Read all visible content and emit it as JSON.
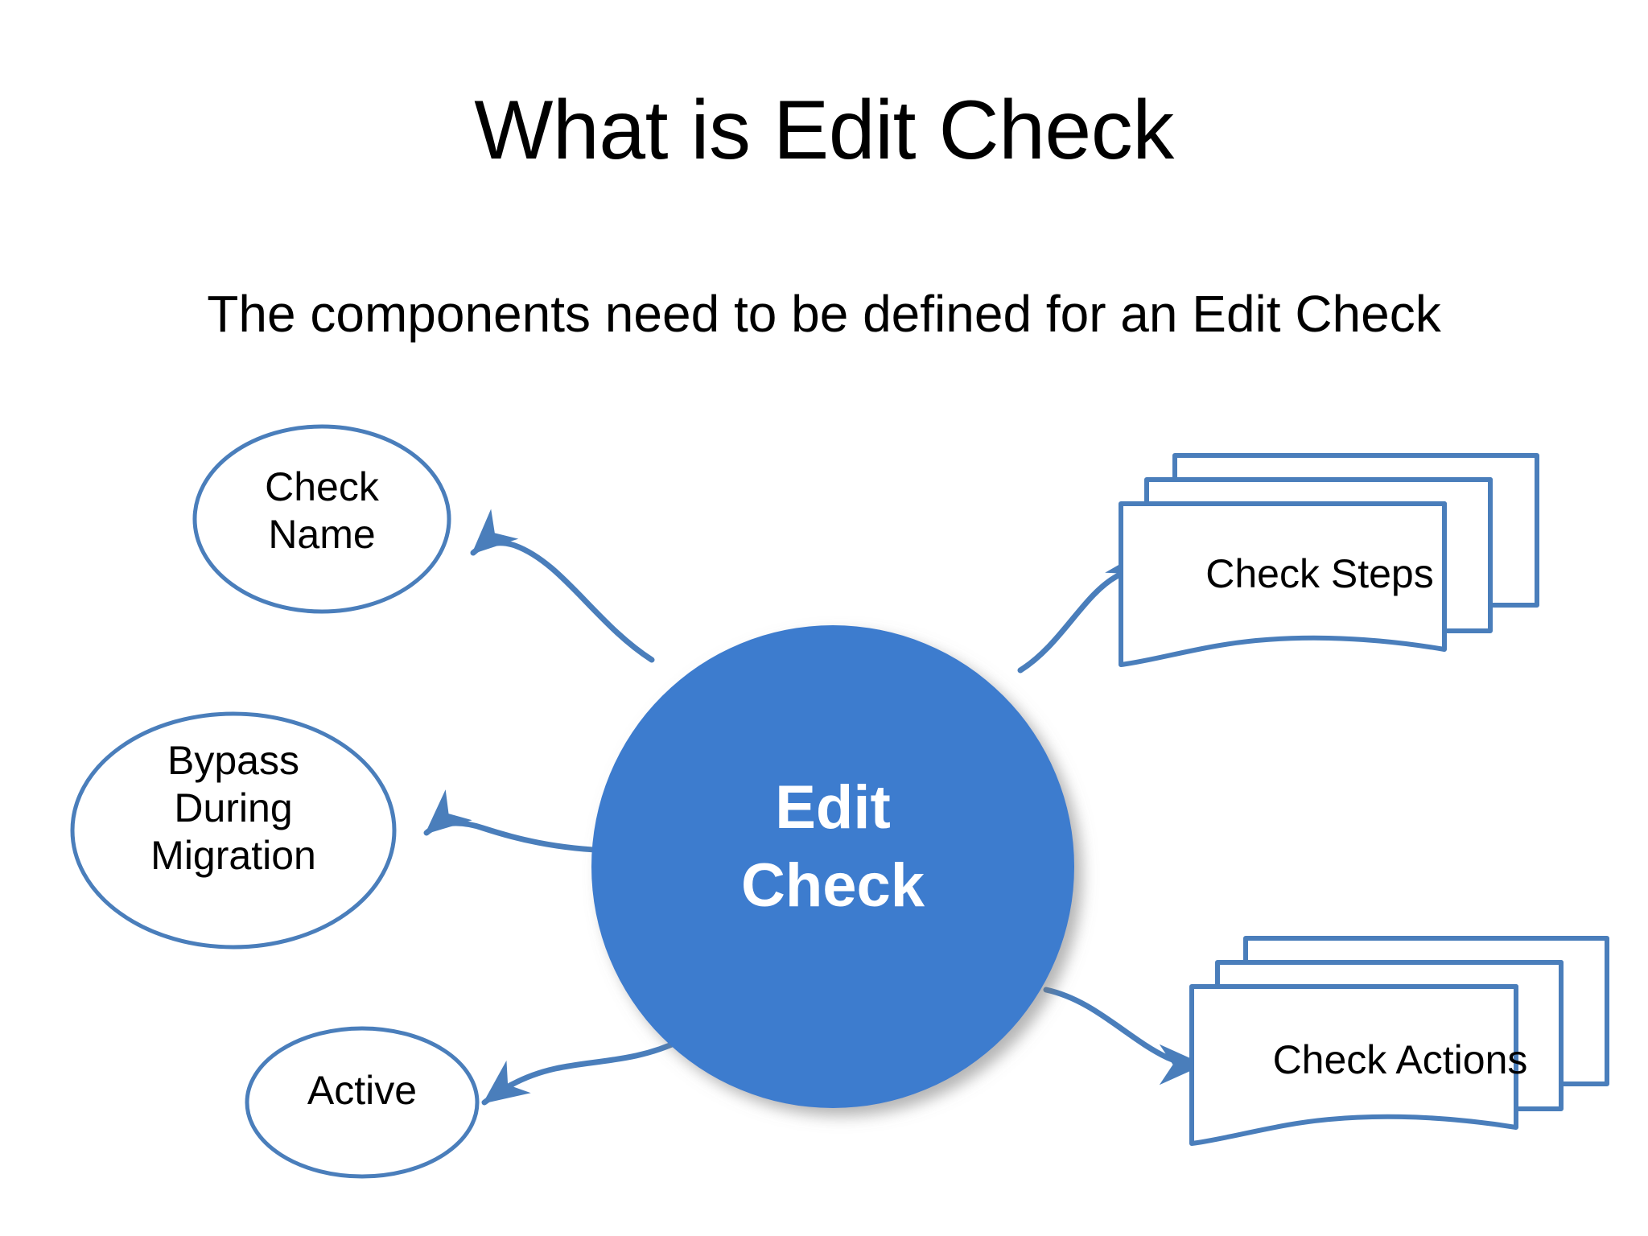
{
  "slide": {
    "title": "What is Edit Check",
    "subtitle": "The components need to be defined for an Edit Check",
    "background_color": "#ffffff"
  },
  "colors": {
    "accent_blue": "#3C7BCE",
    "outline_blue": "#4A7EBB",
    "connector_blue": "#4A7EBB",
    "text_black": "#000000",
    "center_text": "#ffffff"
  },
  "diagram": {
    "type": "hub-and-spoke",
    "center": {
      "name": "edit-check-hub",
      "shape": "circle",
      "fill": "#3C7BCE",
      "line1": "Edit",
      "line2": "Check"
    },
    "nodes": [
      {
        "id": "check-name",
        "shape": "ellipse",
        "side": "left",
        "lines": [
          "Check",
          "Name"
        ]
      },
      {
        "id": "bypass-during-migration",
        "shape": "ellipse",
        "side": "left",
        "lines": [
          "Bypass",
          "During",
          "Migration"
        ]
      },
      {
        "id": "active",
        "shape": "ellipse",
        "side": "left",
        "lines": [
          "Active"
        ]
      },
      {
        "id": "check-steps",
        "shape": "multidocument",
        "side": "right",
        "lines": [
          "Check Steps"
        ]
      },
      {
        "id": "check-actions",
        "shape": "multidocument",
        "side": "right",
        "lines": [
          "Check Actions"
        ]
      }
    ],
    "connectors": [
      {
        "from": "edit-check-hub",
        "to": "check-name",
        "style": "curved-arrow"
      },
      {
        "from": "edit-check-hub",
        "to": "bypass-during-migration",
        "style": "curved-arrow"
      },
      {
        "from": "edit-check-hub",
        "to": "active",
        "style": "curved-arrow"
      },
      {
        "from": "edit-check-hub",
        "to": "check-steps",
        "style": "curved-arrow"
      },
      {
        "from": "edit-check-hub",
        "to": "check-actions",
        "style": "curved-arrow"
      }
    ]
  }
}
